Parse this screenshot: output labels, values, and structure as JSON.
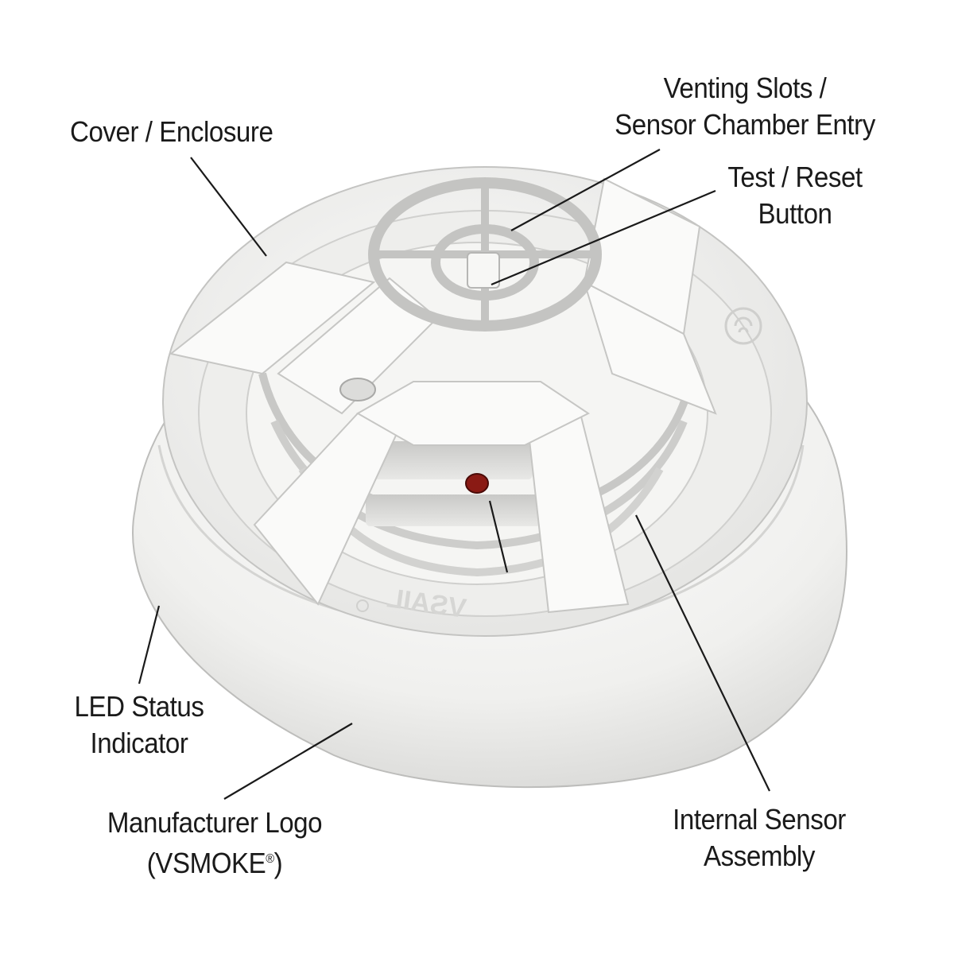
{
  "labels": {
    "cover": [
      "Cover / Enclosure"
    ],
    "venting": [
      "Venting Slots /",
      "Sensor Chamber Entry"
    ],
    "test": [
      "Test / Reset",
      "Button"
    ],
    "led": [
      "LED Status",
      "Indicator"
    ],
    "logo": [
      "Manufacturer Logo",
      "(VSMOKE",
      "®",
      ")"
    ],
    "internal": [
      "Internal Sensor",
      "Assembly"
    ]
  },
  "device": {
    "embossed_logo": "VSAIL",
    "body_color": "#f2f2f0",
    "led_color": "#8a1a14"
  }
}
